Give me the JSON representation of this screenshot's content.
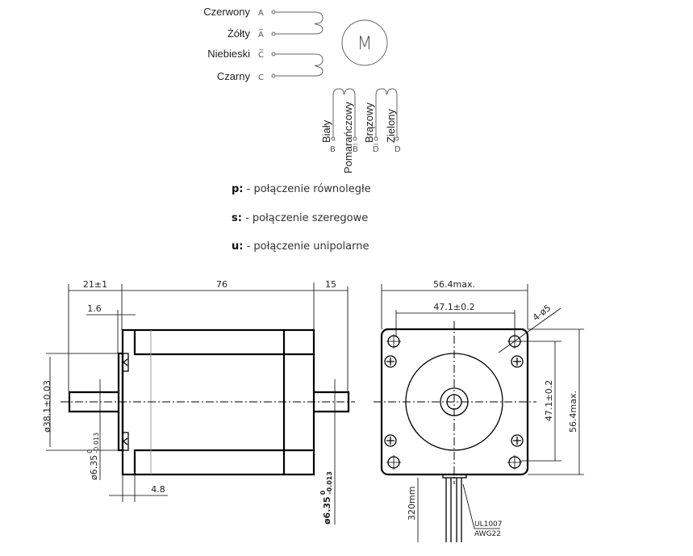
{
  "wiring": {
    "motor_symbol": "M",
    "left_wires": [
      {
        "color": "Czerwony",
        "pin": "A"
      },
      {
        "color": "Żółty",
        "pin": "A̅"
      },
      {
        "color": "Niebieski",
        "pin": "C̅"
      },
      {
        "color": "Czarny",
        "pin": "C"
      }
    ],
    "bottom_wires": [
      {
        "color": "Biały",
        "pin": "B"
      },
      {
        "color": "Pomarańczowy",
        "pin": "B̅"
      },
      {
        "color": "Brązowy",
        "pin": "D̅"
      },
      {
        "color": "Zielony",
        "pin": "D"
      }
    ]
  },
  "legend": [
    {
      "key": "p:",
      "text": " - połączenie równoległe"
    },
    {
      "key": "s:",
      "text": " - połączenie szeregowe"
    },
    {
      "key": "u:",
      "text": " - połączenie unipolarne"
    }
  ],
  "side_view": {
    "dim_shaft_front": "21±1",
    "dim_body": "76",
    "dim_shaft_rear": "15",
    "dim_flange": "1.6",
    "dim_boss": "ø38.1±0.03",
    "dim_shaft_dia": "ø6.35",
    "dim_shaft_tol_upper": "0",
    "dim_shaft_tol_lower": "-0.013",
    "dim_offset": "4.8",
    "dim_rear_shaft_dia": "ø6.35",
    "dim_rear_tol_upper": "0",
    "dim_rear_tol_lower": "-0.013"
  },
  "front_view": {
    "dim_width": "56.4max.",
    "dim_hole_spacing_h": "47.1±0.2",
    "dim_hole_spacing_v": "47.1±0.2",
    "dim_height": "56.4max.",
    "dim_holes": "4-ø5",
    "dim_cable": "320mm",
    "cable_spec_1": "UL1007",
    "cable_spec_2": "AWG22"
  }
}
